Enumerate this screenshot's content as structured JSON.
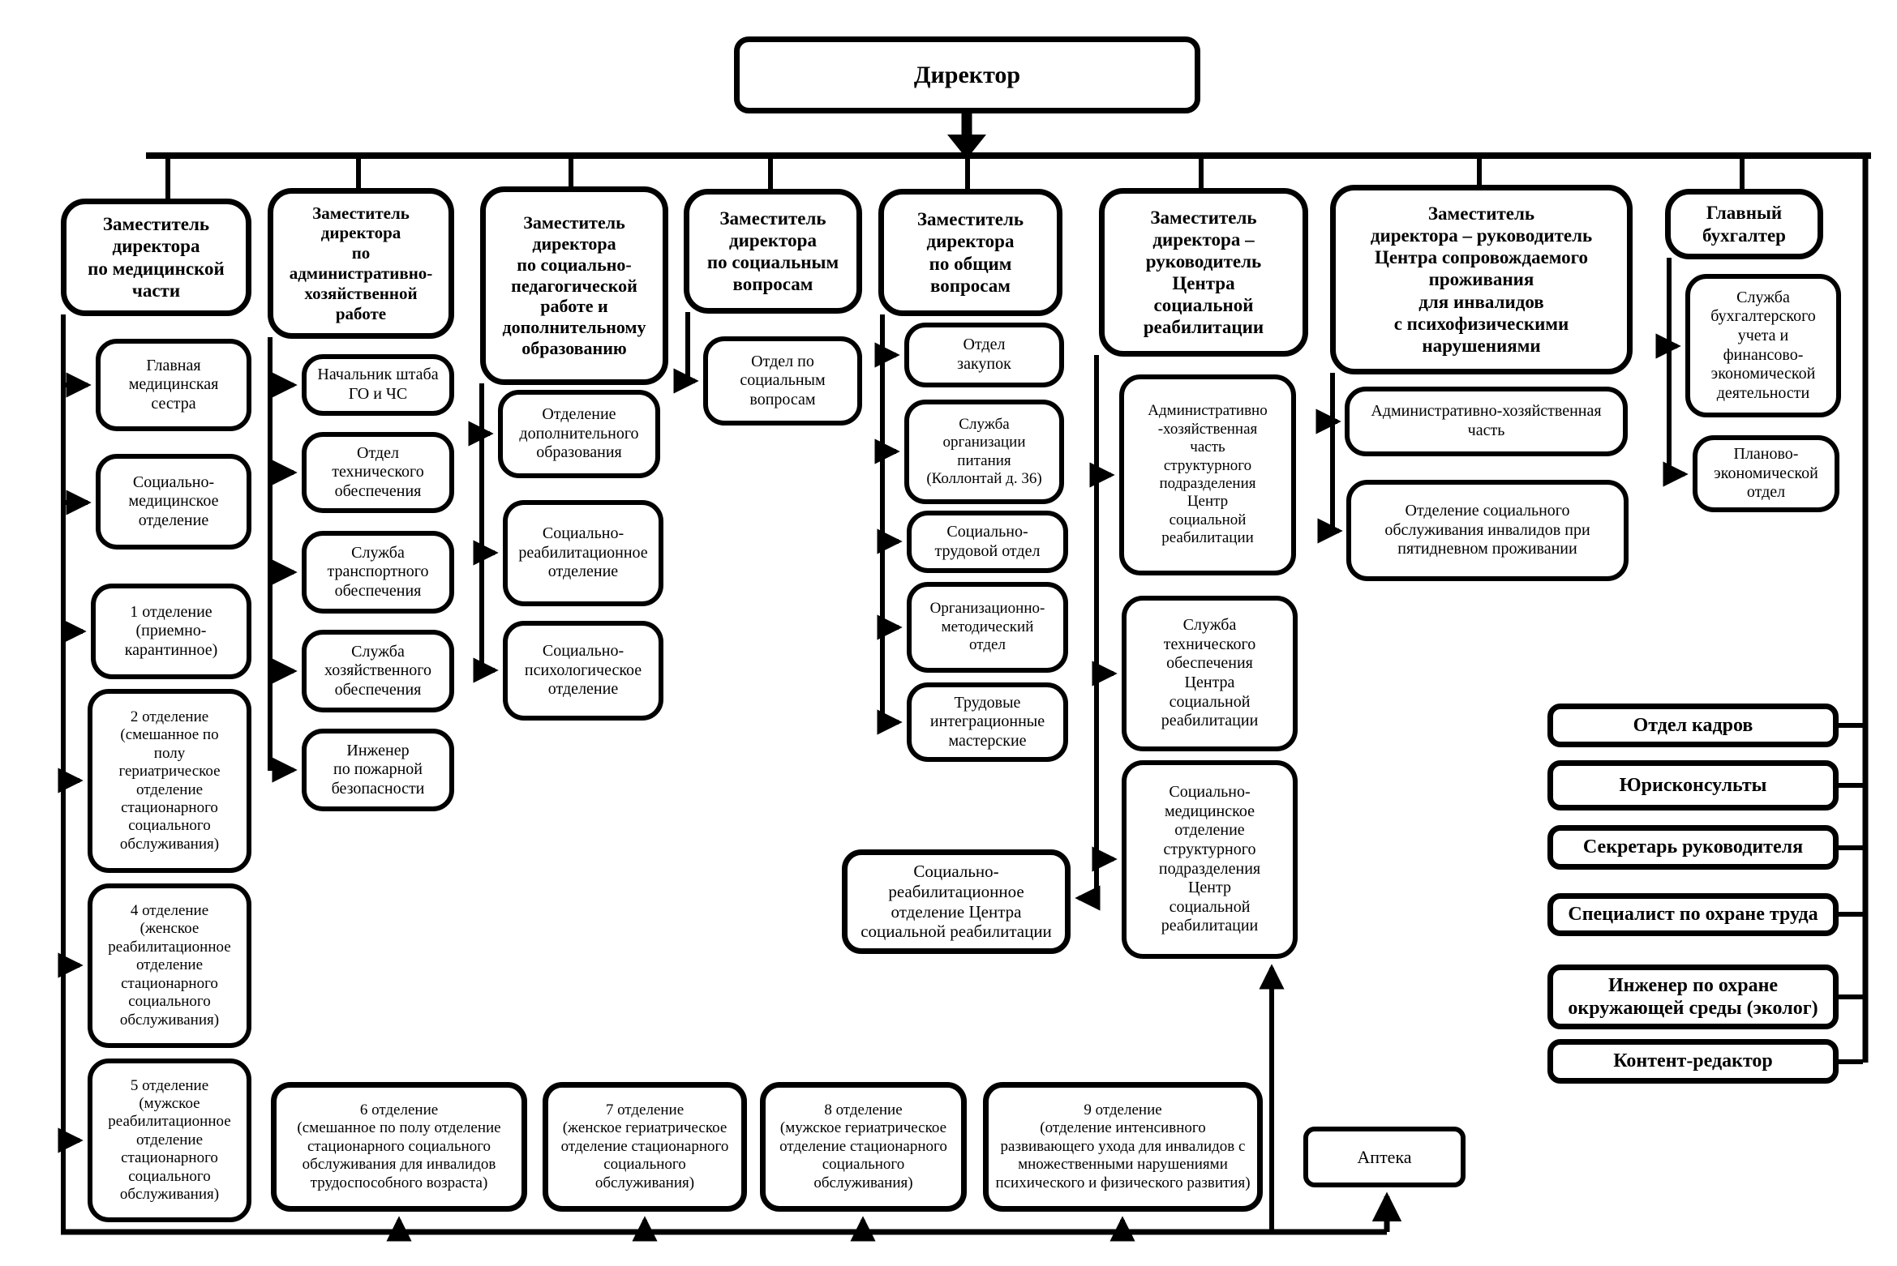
{
  "diagram_title": "Директор",
  "columns": [
    {
      "header": "Заместитель\nдиректора\nпо медицинской\nчасти",
      "children": [
        "Главная\nмедицинская\nсестра",
        "Социально-\nмедицинское\nотделение",
        "1 отделение\n(приемно-\nкарантинное)",
        "2 отделение\n(смешанное по\nполу\nгериатрическое\nотделение\nстационарного\nсоциального\nобслуживания)",
        "4 отделение\n(женское\nреабилитационное\nотделение\nстационарного\nсоциального\nобслуживания)",
        "5 отделение\n(мужское\nреабилитационное\nотделение\nстационарного\nсоциального\nобслуживания)"
      ]
    },
    {
      "header": "Заместитель\nдиректора\nпо административно-\nхозяйственной\nработе",
      "children": [
        "Начальник штаба\nГО и ЧС",
        "Отдел\nтехнического\nобеспечения",
        "Служба\nтранспортного\nобеспечения",
        "Служба\nхозяйственного\nобеспечения",
        "Инженер\nпо пожарной\nбезопасности"
      ]
    },
    {
      "header": "Заместитель\nдиректора\nпо социально-\nпедагогической\nработе и\nдополнительному\nобразованию",
      "children": [
        "Отделение\nдополнительного\nобразования",
        "Социально-\nреабилитационное\nотделение",
        "Социально-\nпсихологическое\nотделение"
      ]
    },
    {
      "header": "Заместитель\nдиректора\nпо социальным\nвопросам",
      "children": [
        "Отдел по\nсоциальным\nвопросам"
      ]
    },
    {
      "header": "Заместитель\nдиректора\nпо общим\nвопросам",
      "children": [
        "Отдел\nзакупок",
        "Служба\nорганизации\nпитания\n(Коллонтай д. 36)",
        "Социально-\nтрудовой отдел",
        "Организационно-\nметодический\nотдел",
        "Трудовые\nинтеграционные\nмастерские"
      ]
    },
    {
      "header": "Заместитель\nдиректора –\nруководитель\nЦентра\nсоциальной\nреабилитации",
      "children": [
        "Административно\n-хозяйственная\nчасть\nструктурного\nподразделения\nЦентр\nсоциальной\nреабилитации",
        "Служба\nтехнического\nобеспечения\nЦентра\nсоциальной\nреабилитации",
        "Социально-\nмедицинское\nотделение\nструктурного\nподразделения\nЦентр\nсоциальной\nреабилитации"
      ],
      "extra_box": "Социально-\nреабилитационное\nотделение Центра\nсоциальной реабилитации"
    },
    {
      "header": "Заместитель\nдиректора – руководитель\nЦентра сопровождаемого\nпроживания\nдля инвалидов\nс психофизическими\nнарушениями",
      "children": [
        "Административно-хозяйственная\nчасть",
        "Отделение социального\nобслуживания инвалидов при\nпятидневном проживании"
      ]
    },
    {
      "header": "Главный\nбухгалтер",
      "children": [
        "Служба\nбухгалтерского\nучета и\nфинансово-\nэкономической\nдеятельности",
        "Планово-\nэкономической\nотдел"
      ]
    }
  ],
  "staff_units": [
    "Отдел кадров",
    "Юрисконсульты",
    "Секретарь руководителя",
    "Специалист по охране труда",
    "Инженер по охране\nокружающей среды (эколог)",
    "Контент-редактор"
  ],
  "bottom_units": [
    "6 отделение\n(смешанное по полу отделение\nстационарного социального\nобслуживания для инвалидов\nтрудоспособного возраста)",
    "7 отделение\n(женское гериатрическое\nотделение стационарного\nсоциального\nобслуживания)",
    "8 отделение\n(мужское гериатрическое\nотделение стационарного\nсоциального\nобслуживания)",
    "9 отделение\n(отделение интенсивного\nразвивающего ухода для инвалидов с\nмножественными нарушениями\nпсихического и физического развития)"
  ],
  "pharmacy": "Аптека",
  "colors": {
    "line": "#000000",
    "box_bg": "#ffffff"
  }
}
